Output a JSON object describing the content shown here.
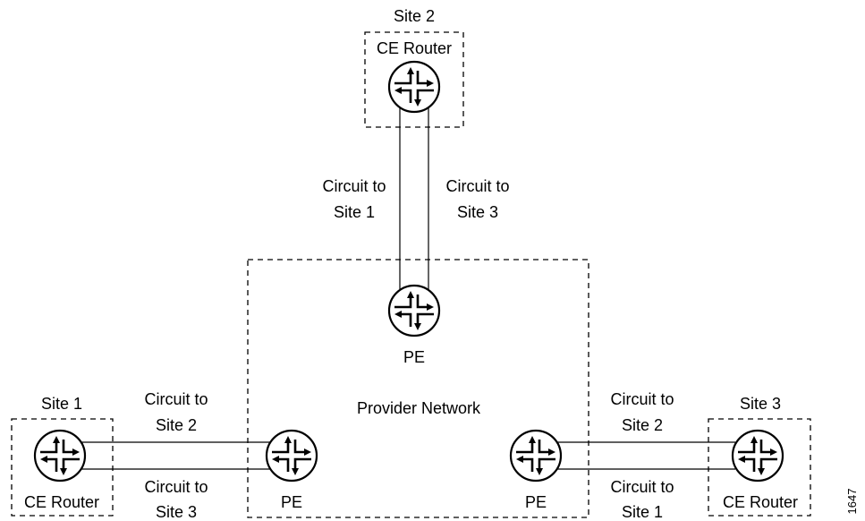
{
  "sites": {
    "site2": {
      "title": "Site 2",
      "router": "CE Router"
    },
    "site1": {
      "title": "Site 1",
      "router": "CE Router"
    },
    "site3": {
      "title": "Site 3",
      "router": "CE Router"
    }
  },
  "provider": {
    "label": "Provider Network",
    "pe_top": "PE",
    "pe_left": "PE",
    "pe_right": "PE"
  },
  "circuits": {
    "top_left": [
      "Circuit to",
      "Site 1"
    ],
    "top_right": [
      "Circuit to",
      "Site 3"
    ],
    "left_upper": [
      "Circuit to",
      "Site 2"
    ],
    "left_lower": [
      "Circuit to",
      "Site 3"
    ],
    "right_upper": [
      "Circuit to",
      "Site 2"
    ],
    "right_lower": [
      "Circuit to",
      "Site 1"
    ]
  },
  "figure_id": "1647"
}
